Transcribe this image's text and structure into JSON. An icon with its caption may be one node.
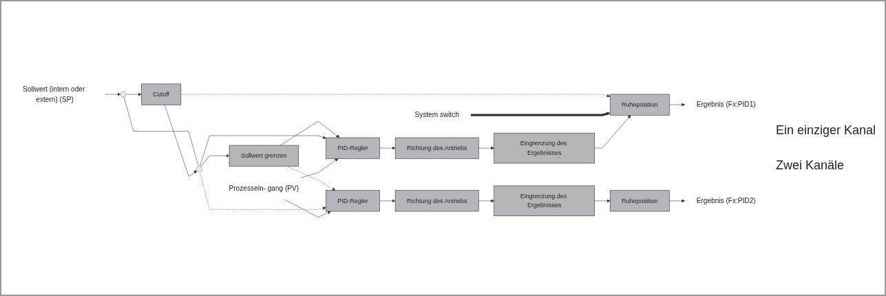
{
  "diagram": {
    "nodes": [
      {
        "text": [
          "Sollwert (intern oder extern) (SP)"
        ]
      },
      {
        "text": [],
        "shape": "switch"
      },
      {
        "text": [
          "Cutoff"
        ]
      },
      {
        "text": [],
        "shape": "switch"
      },
      {
        "text": [
          "Sollwert grenzen"
        ]
      },
      {
        "text": [
          "System switch"
        ]
      },
      {
        "text": [
          "Prozessein- gang (PV)"
        ]
      },
      {
        "text": [
          "PID-Regler"
        ]
      },
      {
        "text": [
          "Richtung des Antriebs"
        ]
      },
      {
        "text": [
          "Eingrenzung des Ergebnisses"
        ]
      },
      {
        "text": [
          "Ruheposition"
        ]
      },
      {
        "text": [
          "Ergebnis (Fx:PID1)"
        ]
      },
      {
        "text": [
          "PID-Regler"
        ]
      },
      {
        "text": [
          "Richtung des Antriebs"
        ]
      },
      {
        "text": [
          "Eingrenzung des Ergebnisses"
        ]
      },
      {
        "text": [
          "Ruheposition"
        ]
      },
      {
        "text": [
          "Ergebnis (Fx:PID2)"
        ]
      }
    ],
    "edges": [
      {
        "from": 0,
        "to": 1,
        "arrow": "to"
      },
      {
        "from": 1,
        "to": 2,
        "arrow": "to"
      },
      {
        "from": 1,
        "to": 3,
        "arrow": "none"
      },
      {
        "from": 2,
        "to": 3,
        "arrow": "to"
      },
      {
        "from": 3,
        "to": 4,
        "arrow": "to"
      },
      {
        "from": 4,
        "to": 7,
        "arrow": "to"
      },
      {
        "from": 3,
        "to": 7,
        "arrow": "to"
      },
      {
        "from": 4,
        "to": 12,
        "arrow": "to",
        "style": "dashed"
      },
      {
        "from": 3,
        "to": 12,
        "arrow": "to",
        "style": "dashed"
      },
      {
        "from": 2,
        "to": 10,
        "arrow": "to",
        "style": "dashed"
      },
      {
        "from": 5,
        "to": 10,
        "arrow": "to",
        "style": "thick"
      },
      {
        "from": 6,
        "to": 7,
        "arrow": "to"
      },
      {
        "from": 6,
        "to": 12,
        "arrow": "to"
      },
      {
        "from": 7,
        "to": 8,
        "arrow": "to"
      },
      {
        "from": 8,
        "to": 9,
        "arrow": "to"
      },
      {
        "from": 9,
        "to": 10,
        "arrow": "to"
      },
      {
        "from": 10,
        "to": 11,
        "arrow": "to"
      },
      {
        "from": 12,
        "to": 13,
        "arrow": "to"
      },
      {
        "from": 13,
        "to": 14,
        "arrow": "to"
      },
      {
        "from": 14,
        "to": 15,
        "arrow": "to"
      },
      {
        "from": 15,
        "to": 16,
        "arrow": "to"
      }
    ],
    "labels": [
      "Ein einziger Kanal",
      "Zwei Kanäle"
    ]
  }
}
